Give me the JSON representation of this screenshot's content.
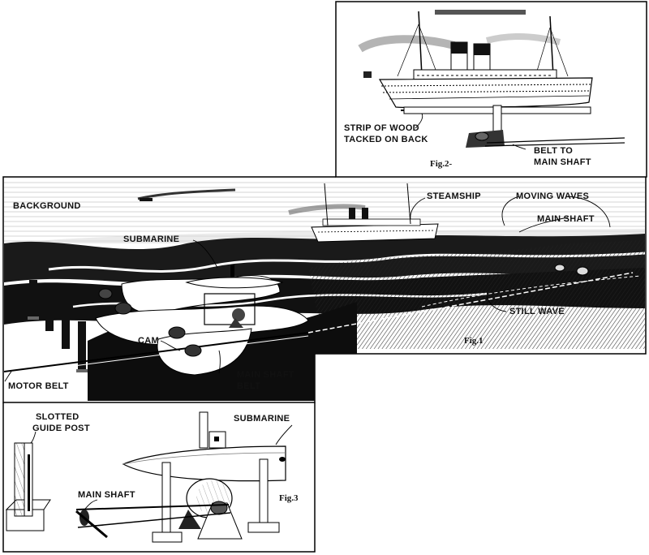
{
  "figures": {
    "fig1": {
      "caption": "Fig.1",
      "labels": {
        "background": "BACKGROUND",
        "steamship": "STEAMSHIP",
        "moving_waves": "MOVING WAVES",
        "main_shaft": "MAIN SHAFT",
        "submarine": "SUBMARINE",
        "still_wave": "STILL WAVE",
        "cam": "CAM",
        "motor_belt": "MOTOR BELT",
        "main_shaft_belt_1": "MAIN SHAFT",
        "main_shaft_belt_2": "BELT"
      }
    },
    "fig2": {
      "caption": "Fig.2-",
      "labels": {
        "strip_1": "STRIP OF WOOD",
        "strip_2": "TACKED ON BACK",
        "belt_1": "BELT TO",
        "belt_2": "MAIN SHAFT"
      }
    },
    "fig3": {
      "caption": "Fig.3",
      "labels": {
        "guide_1": "SLOTTED",
        "guide_2": "GUIDE POST",
        "submarine": "SUBMARINE",
        "main_shaft": "MAIN SHAFT"
      }
    }
  }
}
